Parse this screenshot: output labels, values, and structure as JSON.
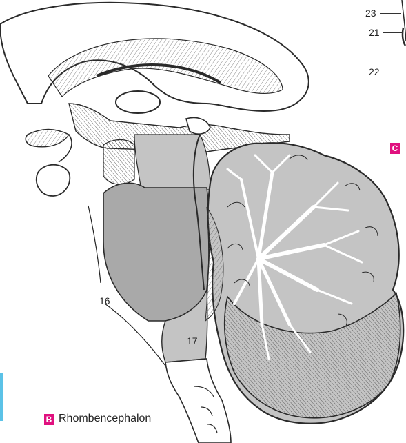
{
  "figure": {
    "caption_badge": "B",
    "caption_text": "Rhombencephalon",
    "next_panel_badge": "C",
    "badge_color": "#e0117f",
    "side_bar_color": "#5bc2e7",
    "shade_light": "#c4c4c4",
    "shade_dark": "#a9a9a9",
    "line_color": "#2a2a2a"
  },
  "labels": {
    "l16": "16",
    "l17": "17",
    "l21": "21",
    "l22": "22",
    "l23": "23"
  }
}
